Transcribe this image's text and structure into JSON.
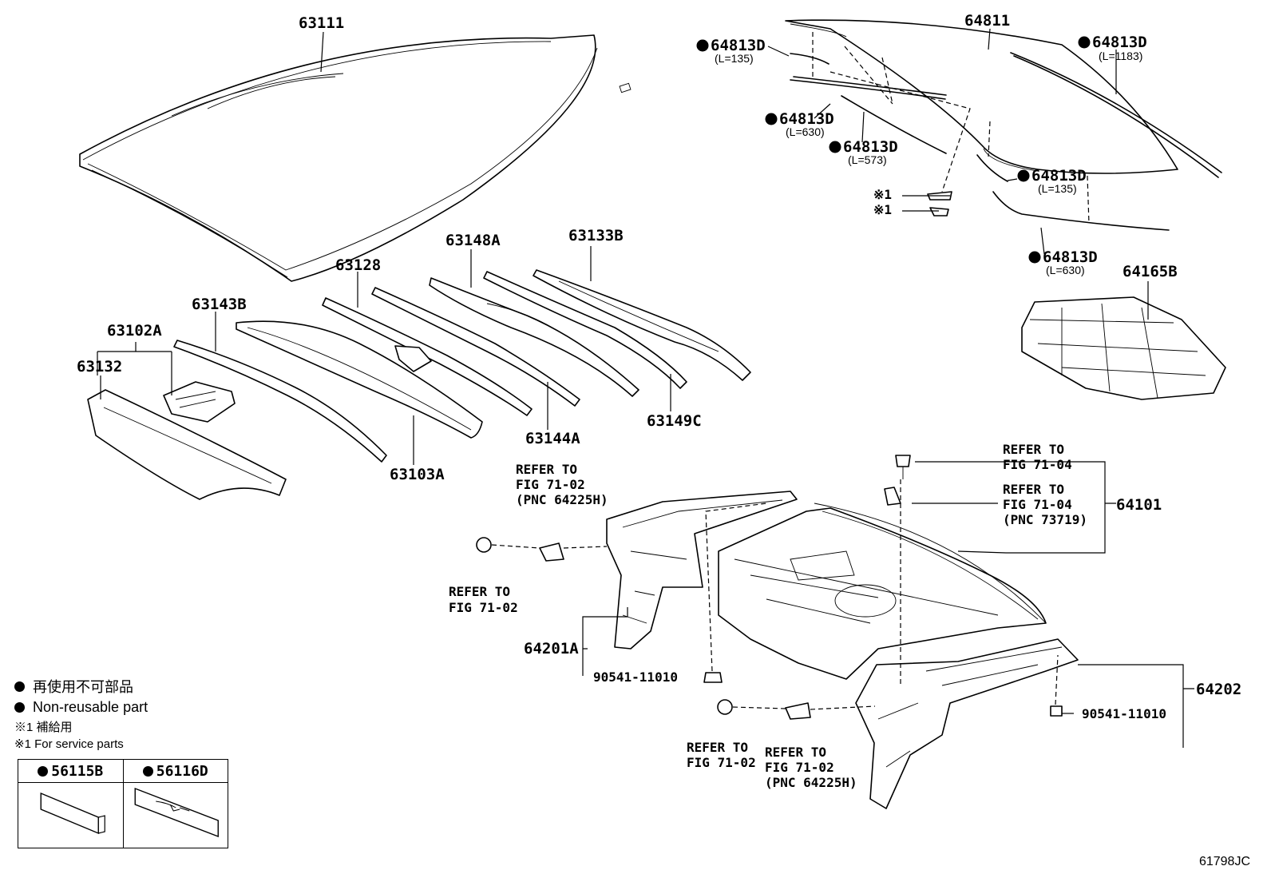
{
  "diagram": {
    "parts": {
      "p63111": "63111",
      "p64811": "64811",
      "p63148A": "63148A",
      "p63133B": "63133B",
      "p63128": "63128",
      "p63143B": "63143B",
      "p63102A": "63102A",
      "p63132": "63132",
      "p63103A": "63103A",
      "p63144A": "63144A",
      "p63149C": "63149C",
      "p64165B": "64165B",
      "p64101": "64101",
      "p64201A": "64201A",
      "p64202": "64202",
      "bolt1": "90541-11010",
      "bolt2": "90541-11010"
    },
    "moldings": [
      {
        "pn": "64813D",
        "len": "(L=135)"
      },
      {
        "pn": "64813D",
        "len": "(L=630)"
      },
      {
        "pn": "64813D",
        "len": "(L=573)"
      },
      {
        "pn": "64813D",
        "len": "(L=1183)"
      },
      {
        "pn": "64813D",
        "len": "(L=135)"
      },
      {
        "pn": "64813D",
        "len": "(L=630)"
      }
    ],
    "service_mark": "※1",
    "refs": {
      "ref_a_1": "REFER TO",
      "ref_a_2": "FIG 71-02",
      "ref_a_3": "(PNC 64225H)",
      "ref_b_1": "REFER TO",
      "ref_b_2": "FIG 71-02",
      "ref_c_1": "REFER TO",
      "ref_c_2": "FIG 71-04",
      "ref_d_1": "REFER TO",
      "ref_d_2": "FIG 71-04",
      "ref_d_3": "(PNC 73719)",
      "ref_e_1": "REFER TO",
      "ref_e_2": "FIG 71-02",
      "ref_f_1": "REFER TO",
      "ref_f_2": "FIG 71-02",
      "ref_f_3": "(PNC 64225H)"
    }
  },
  "legend": {
    "nonreusable_jp": "再使用不可部品",
    "nonreusable_en": "Non-reusable part",
    "service_jp": "※1 補給用",
    "service_en": "※1 For service parts"
  },
  "kit_table": {
    "col1": "56115B",
    "col2": "56116D"
  },
  "figure_code": "61798JC"
}
